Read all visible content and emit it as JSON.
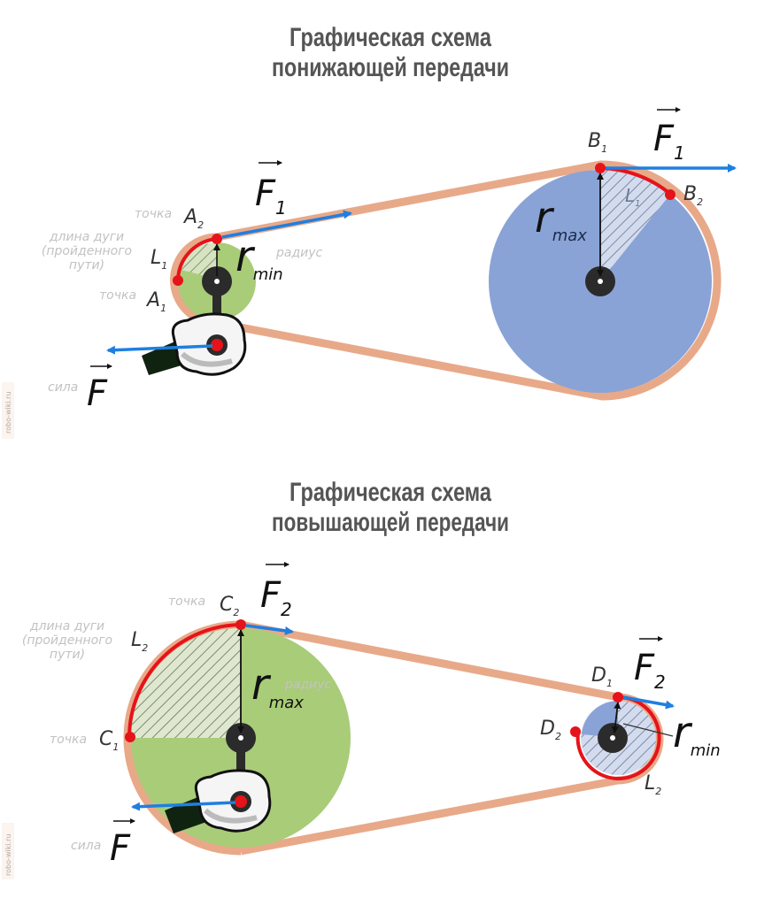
{
  "watermark": "robo-wiki.ru",
  "colors": {
    "belt": "#e8a989",
    "force_arrow": "#1f7fe0",
    "arc": "#e6131a",
    "point": "#e6131a",
    "small_pulley_green": "#a9cc78",
    "big_pulley_blue": "#8aa3d6",
    "hub": "#2b2b2b",
    "title": "#555555",
    "note": "#c2c2c2"
  },
  "top": {
    "title_line1": "Графическая схема",
    "title_line2": "понижающей передачи",
    "notes": {
      "point_top": "точка",
      "point_bottom": "точка",
      "arc_length_1": "длина дуги",
      "arc_length_2": "(пройденного",
      "arc_length_3": "пути)",
      "radius": "радиус",
      "force": "сила"
    },
    "labels": {
      "A2": "A",
      "A2_sub": "2",
      "A1": "A",
      "A1_sub": "1",
      "L1": "L",
      "L1_sub": "1",
      "r_min": "r",
      "r_min_sub": "min",
      "F1": "F",
      "F1_sub": "1",
      "F": "F",
      "B1": "B",
      "B1_sub": "1",
      "B2": "B",
      "B2_sub": "2",
      "F1_right": "F",
      "F1_right_sub": "1",
      "r_max": "r",
      "r_max_sub": "max",
      "L1_big": "L",
      "L1_big_sub": "1"
    }
  },
  "bottom": {
    "title_line1": "Графическая схема",
    "title_line2": "повышающей передачи",
    "notes": {
      "point_top": "точка",
      "point_bottom": "точка",
      "arc_length_1": "длина дуги",
      "arc_length_2": "(пройденного",
      "arc_length_3": "пути)",
      "radius": "радиус",
      "force": "сила"
    },
    "labels": {
      "C2": "C",
      "C2_sub": "2",
      "C1": "C",
      "C1_sub": "1",
      "L2": "L",
      "L2_sub": "2",
      "F2": "F",
      "F2_sub": "2",
      "r_max": "r",
      "r_max_sub": "max",
      "F": "F",
      "D1": "D",
      "D1_sub": "1",
      "D2": "D",
      "D2_sub": "2",
      "F2_right": "F",
      "F2_right_sub": "2",
      "r_min": "r",
      "r_min_sub": "min",
      "L2_small": "L",
      "L2_small_sub": "2"
    }
  }
}
